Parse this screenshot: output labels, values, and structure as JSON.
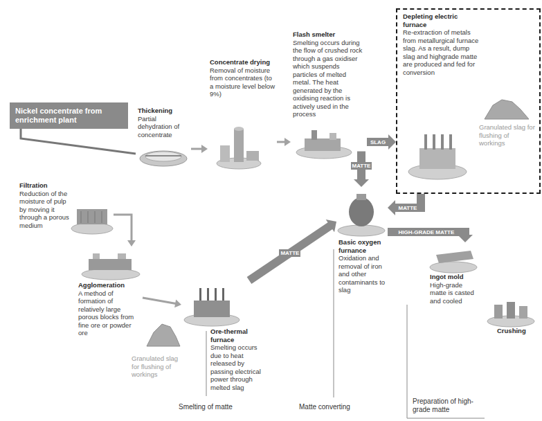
{
  "diagram": {
    "nodes": [
      {
        "text": [
          "Nickel concentrate from enrichment plant"
        ]
      },
      {
        "text": [
          "Thickening",
          "Partial dehydration of concentrate"
        ]
      },
      {
        "text": [
          "Concentrate drying",
          "Removal of moisture from concentrates (to a moisture level below 9%)"
        ]
      },
      {
        "text": [
          "Flash smelter",
          "Smelting occurs during the flow of crushed rock through a gas oxidiser which suspends particles of melted metal. The heat generated by the oxidising reaction is actively used in the process"
        ]
      },
      {
        "text": [
          "Depleting electric furnace",
          "Re-extraction of metals from metallurgical furnace slag. As a result, dump slag and highgrade matte are produced and fed for conversion"
        ]
      },
      {
        "text": [
          "Filtration",
          "Reduction of the moisture of pulp by moving it through a porous medium"
        ]
      },
      {
        "text": [
          "Agglomeration",
          "A method of formation of relatively large porous blocks from fine ore or powder ore"
        ]
      },
      {
        "text": [
          "Ore-thermal furnace",
          "Smelting occurs due to heat released by passing electrical power through melted slag"
        ]
      },
      {
        "text": [
          "Basic oxygen furnance",
          "Oxidation and removal of iron and other contaminants to slag"
        ]
      },
      {
        "text": [
          "Ingot mold",
          "High-grade matte is casted and cooled"
        ]
      },
      {
        "text": [
          "Crushing"
        ]
      }
    ],
    "edges": [
      {
        "from": 0,
        "to": 1,
        "arrow": "none"
      },
      {
        "from": 1,
        "to": 2,
        "arrow": "to"
      },
      {
        "from": 2,
        "to": 3,
        "arrow": "to"
      },
      {
        "from": 3,
        "to": 4,
        "label": "SLAG",
        "arrow": "to"
      },
      {
        "from": 5,
        "to": 6,
        "arrow": "to"
      },
      {
        "from": 6,
        "to": 7,
        "arrow": "to"
      },
      {
        "from": 7,
        "to": 8,
        "label": "MATTE",
        "arrow": "to"
      },
      {
        "from": 3,
        "to": 8,
        "label": "MATTE",
        "arrow": "to"
      },
      {
        "from": 4,
        "to": 8,
        "label": "MATTE",
        "arrow": "to"
      },
      {
        "from": 8,
        "to": 9,
        "label": "HIGH-GRADE MATTE",
        "arrow": "to"
      }
    ],
    "labels": [
      "Granulated slag for flushing of workings",
      "Granulated slag for flushing of workings",
      "Smelting of matte",
      "Matte converting",
      "Preparation of high-grade matte"
    ]
  }
}
